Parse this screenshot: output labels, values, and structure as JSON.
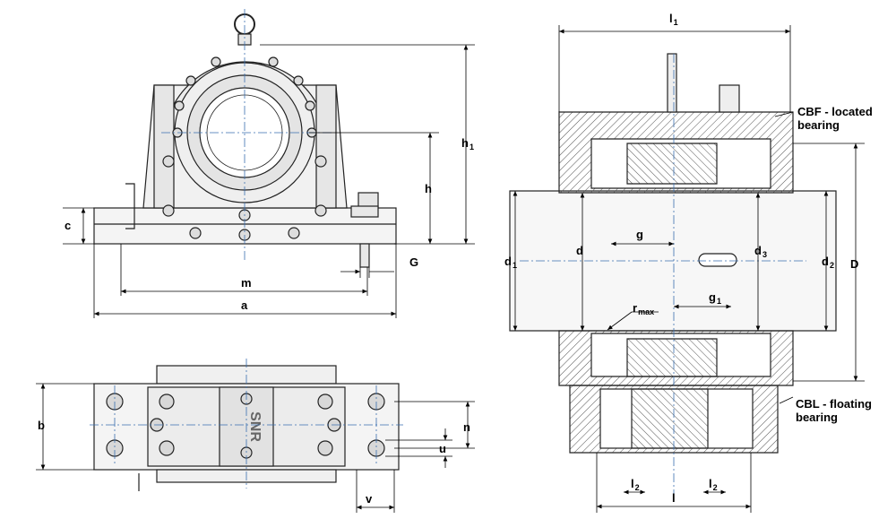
{
  "dimensions": {
    "l1": {
      "main": "l",
      "sub": "1"
    },
    "h1": {
      "main": "h",
      "sub": "1"
    },
    "h": {
      "main": "h",
      "sub": ""
    },
    "c": {
      "main": "c",
      "sub": ""
    },
    "G": {
      "main": "G",
      "sub": ""
    },
    "m": {
      "main": "m",
      "sub": ""
    },
    "a": {
      "main": "a",
      "sub": ""
    },
    "b": {
      "main": "b",
      "sub": ""
    },
    "n": {
      "main": "n",
      "sub": ""
    },
    "u": {
      "main": "u",
      "sub": ""
    },
    "v": {
      "main": "v",
      "sub": ""
    },
    "d1": {
      "main": "d",
      "sub": "1"
    },
    "d": {
      "main": "d",
      "sub": ""
    },
    "g": {
      "main": "g",
      "sub": ""
    },
    "d3": {
      "main": "d",
      "sub": "3"
    },
    "d2": {
      "main": "d",
      "sub": "2"
    },
    "D": {
      "main": "D",
      "sub": ""
    },
    "g1": {
      "main": "g",
      "sub": "1"
    },
    "rmax": {
      "main": "r",
      "sub": "max"
    },
    "l2_left": {
      "main": "l",
      "sub": "2"
    },
    "l2_right": {
      "main": "l",
      "sub": "2"
    },
    "l": {
      "main": "l",
      "sub": ""
    }
  },
  "notes": {
    "cbf_line1": "CBF - located",
    "cbf_line2": "bearing",
    "cbl_line1": "CBL - floating",
    "cbl_line2": "bearing"
  },
  "brand": "SNR"
}
